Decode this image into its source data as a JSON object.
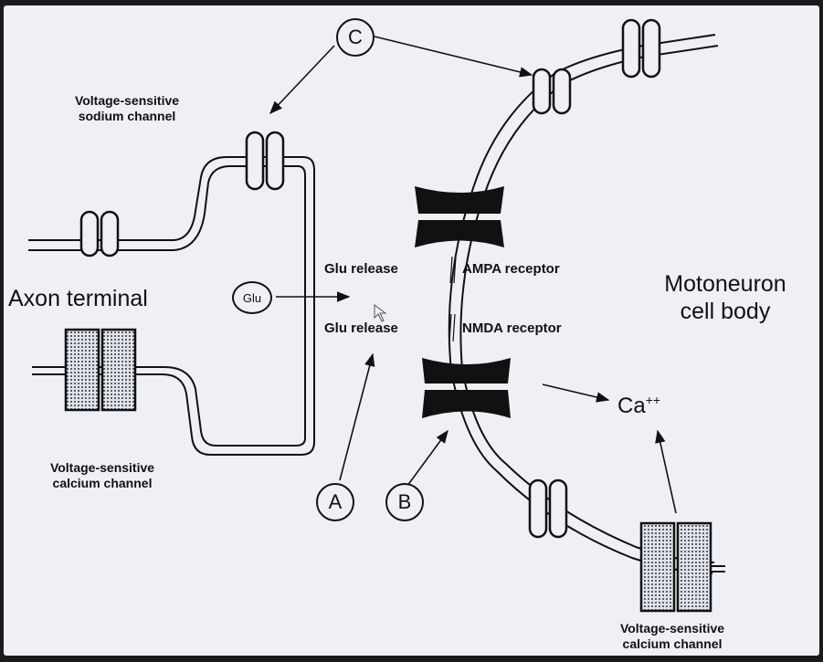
{
  "labels": {
    "sodium_channel_line1": "Voltage-sensitive",
    "sodium_channel_line2": "sodium channel",
    "axon_terminal": "Axon terminal",
    "glu": "Glu",
    "calcium_left_line1": "Voltage-sensitive",
    "calcium_left_line2": "calcium channel",
    "glu_release_top": "Glu release",
    "glu_release_bottom": "Glu release",
    "ampa_receptor": "AMPA receptor",
    "nmda_receptor": "NMDA receptor",
    "motoneuron_line1": "Motoneuron",
    "motoneuron_line2": "cell body",
    "calcium_ion": "Ca",
    "calcium_charge": "++",
    "calcium_right_line1": "Voltage-sensitive",
    "calcium_right_line2": "calcium channel",
    "marker_a": "A",
    "marker_b": "B",
    "marker_c": "C"
  },
  "colors": {
    "background": "#eef0f6",
    "ink": "#111111",
    "frame": "#1b1b1b"
  }
}
